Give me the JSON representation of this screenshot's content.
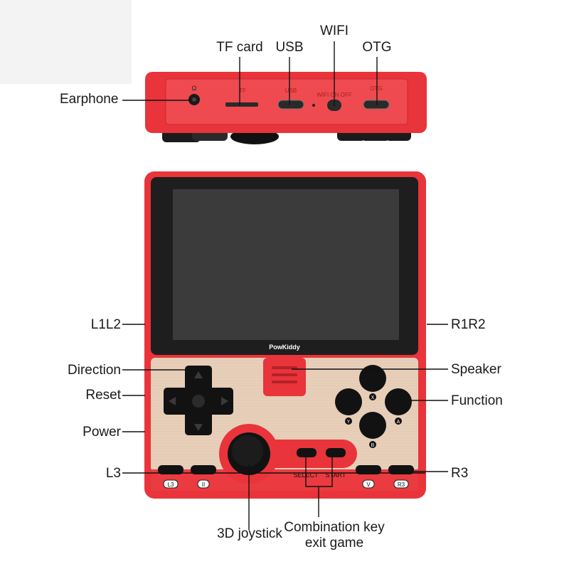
{
  "callouts": {
    "tf_card": "TF card",
    "usb": "USB",
    "wifi": "WIFI",
    "otg": "OTG",
    "earphone": "Earphone",
    "l1l2": "L1L2",
    "r1r2": "R1R2",
    "direction": "Direction",
    "speaker": "Speaker",
    "reset": "Reset",
    "function": "Function",
    "power": "Power",
    "l3": "L3",
    "r3": "R3",
    "joystick_3d": "3D joystick",
    "combination_line1": "Combination key",
    "combination_line2": "exit game"
  },
  "device_print": {
    "brand": "PowKiddy",
    "port_tf": "TF",
    "port_usb": "USB",
    "port_wifi": "WIFI ON OFF",
    "port_otg": "OTG",
    "btn_x": "X",
    "btn_y": "Y",
    "btn_a": "A",
    "btn_b": "B",
    "select": "SELECT",
    "start": "START",
    "btn_l3": "L3",
    "btn_ii": "II",
    "btn_v": "V",
    "btn_r3": "R3"
  },
  "colors": {
    "shell_red": "#e8343a",
    "face_plate": "#e9d2bd",
    "screen": "#3b3b3b",
    "bezel": "#1e1e1e",
    "button": "#121212"
  }
}
